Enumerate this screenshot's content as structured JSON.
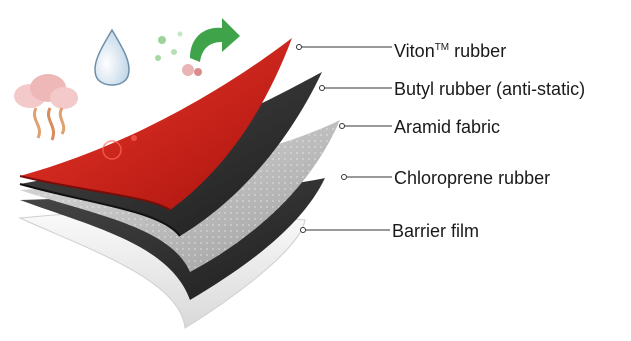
{
  "layers": [
    {
      "name": "Viton",
      "superscript": "TM",
      "suffix": " rubber",
      "color": "#d8231b"
    },
    {
      "name": "Butyl rubber (anti-static)",
      "color": "#2e2e2e"
    },
    {
      "name": "Aramid fabric",
      "color": "#b9b9b9"
    },
    {
      "name": "Chloroprene rubber",
      "color": "#3a3a3a"
    },
    {
      "name": "Barrier film",
      "color": "#f1f1f1"
    }
  ],
  "icons": [
    "fire-smoke-icon",
    "droplet-icon",
    "chemical-particles-icon",
    "recycle-arrow-icon"
  ]
}
